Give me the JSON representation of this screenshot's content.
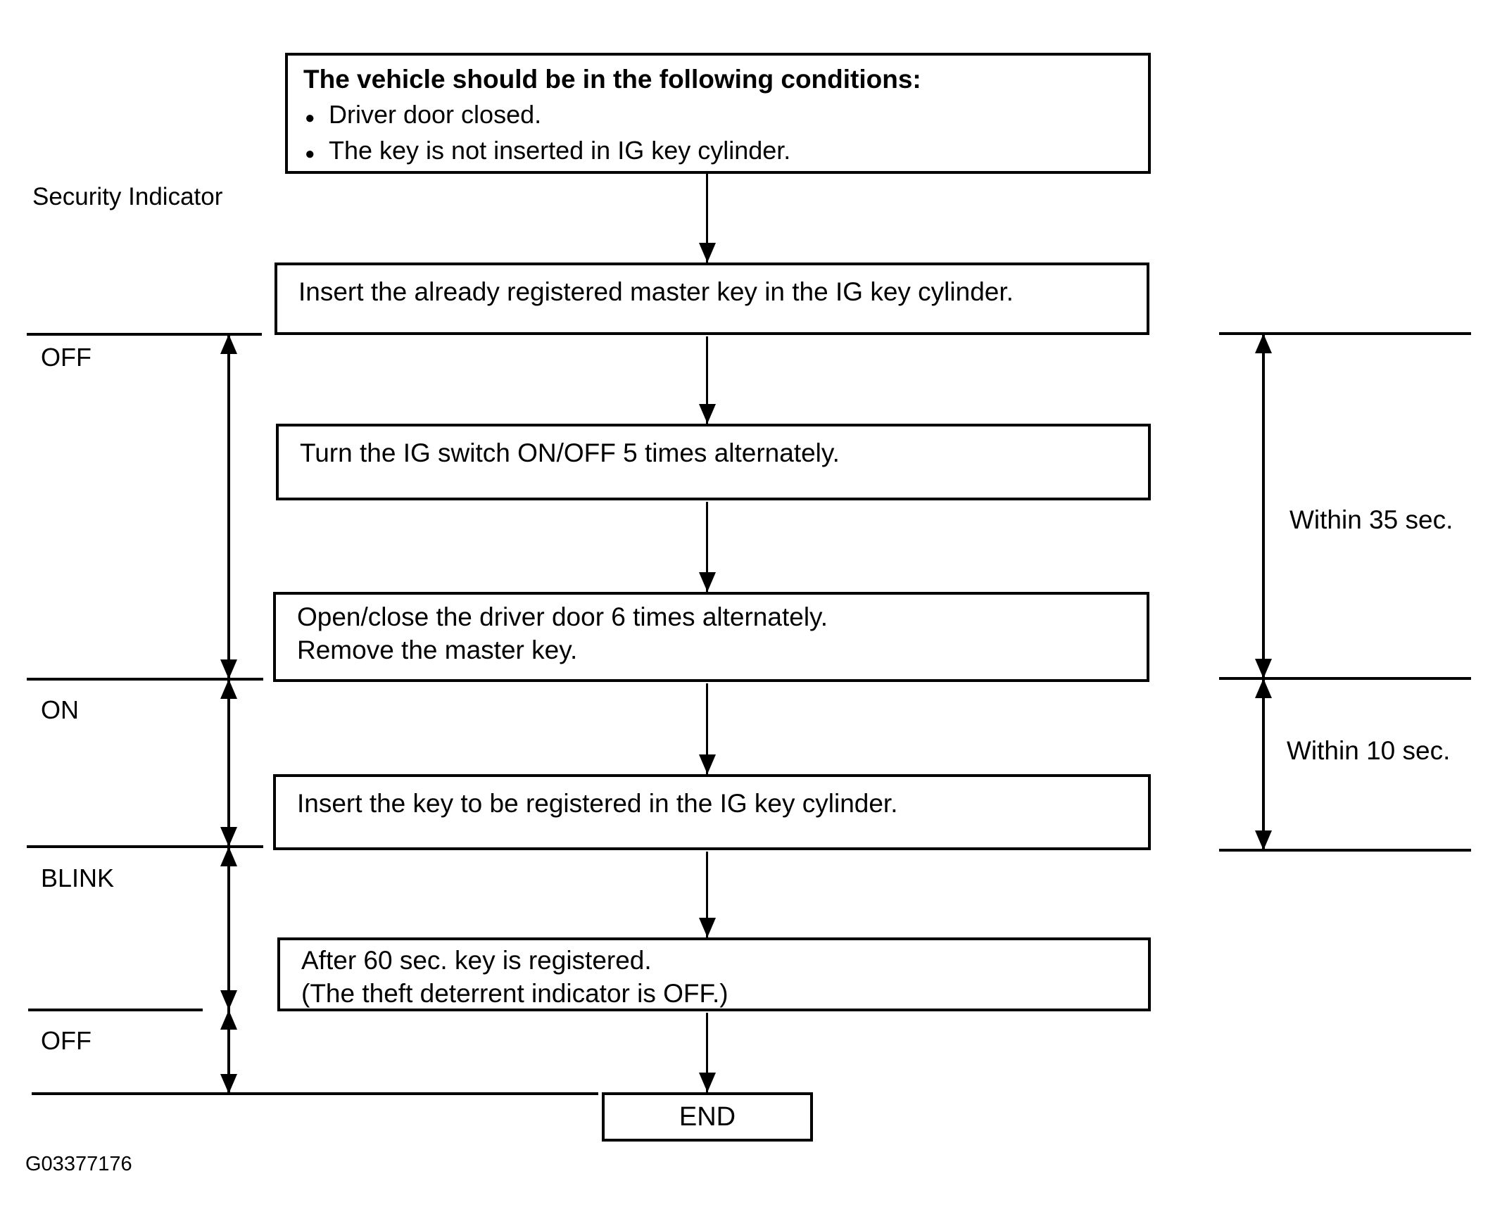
{
  "figure": {
    "id": "G03377176",
    "ink_color": "#000000",
    "background_color": "#ffffff"
  },
  "left_timeline": {
    "title": "Security Indicator",
    "states": [
      "OFF",
      "ON",
      "BLINK",
      "OFF"
    ]
  },
  "right_timeline": {
    "durations": [
      "Within 35 sec.",
      "Within 10 sec."
    ]
  },
  "flow": {
    "condition_box": {
      "heading": "The vehicle should be in the following conditions:",
      "bullets": [
        "Driver door closed.",
        "The key is not inserted in IG key cylinder."
      ]
    },
    "steps": [
      {
        "lines": [
          "Insert the already registered master key in the IG key cylinder."
        ]
      },
      {
        "lines": [
          "Turn the IG switch ON/OFF 5 times alternately."
        ]
      },
      {
        "lines": [
          "Open/close the driver door 6 times alternately.",
          "Remove the master key."
        ]
      },
      {
        "lines": [
          "Insert the key to be registered in the IG key cylinder."
        ]
      },
      {
        "lines": [
          "After 60 sec. key is registered.",
          "(The theft deterrent indicator is OFF.)"
        ]
      }
    ],
    "end_label": "END"
  }
}
